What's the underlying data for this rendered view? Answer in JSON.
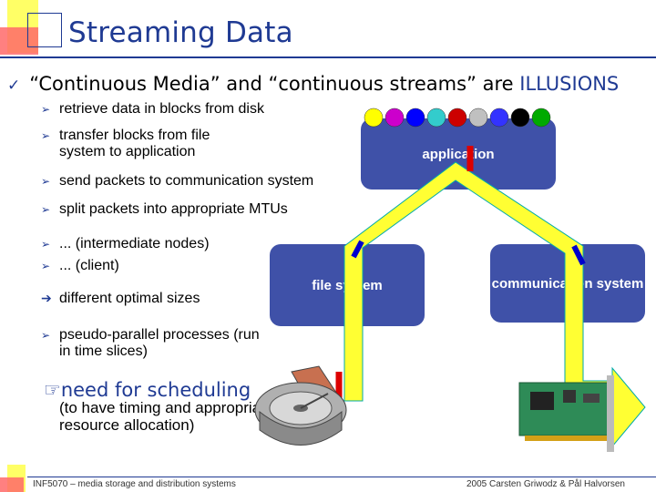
{
  "title": "Streaming Data",
  "main_bullet": {
    "check_icon": "checkmark-icon",
    "prefix": "“Continuous Media” and “continuous streams” are ",
    "highlight": "ILLUSIONS"
  },
  "steps": [
    "retrieve data in blocks from disk",
    "transfer blocks from file system to application",
    "send packets to communication system",
    "split packets into appropriate MTUs",
    "... (intermediate nodes)",
    "... (client)",
    "different optimal sizes",
    "pseudo-parallel processes (run in time slices)"
  ],
  "need": {
    "icon": "pointing-hand-icon",
    "text": "need for scheduling",
    "sub": "(to have timing and appropriate resource allocation)"
  },
  "boxes": {
    "application": "application",
    "file_system": "file system",
    "communication": "communication system"
  },
  "packet_colors": [
    "#ffff00",
    "#cc00cc",
    "#0000ff",
    "#33cccc",
    "#cc0000",
    "#c0c0c0",
    "#3333ff",
    "#000000",
    "#00aa00"
  ],
  "footer": {
    "left": "INF5070 – media storage and distribution systems",
    "right": "2005 Carsten Griwodz & Pål Halvorsen"
  }
}
